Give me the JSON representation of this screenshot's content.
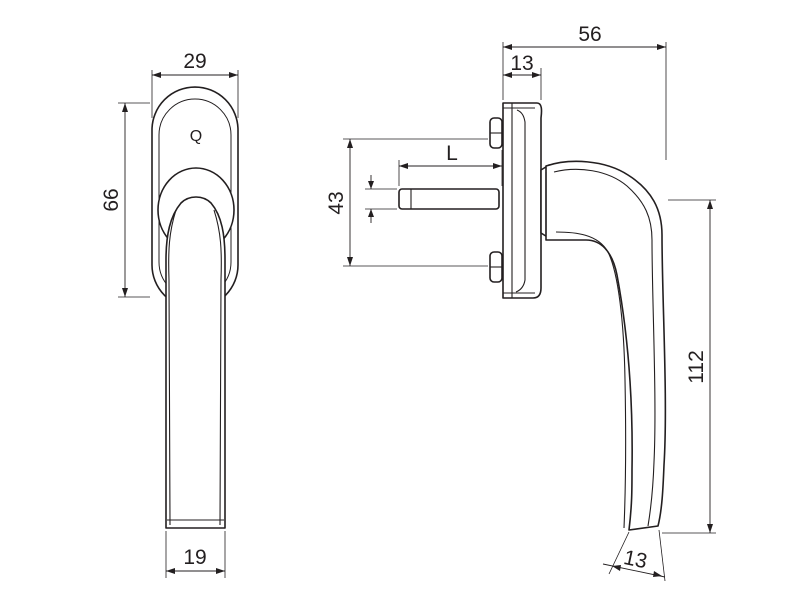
{
  "dimensions": {
    "front_width_top": "29",
    "front_rose_height": "66",
    "front_width_bottom": "19",
    "side_rose_depth": "13",
    "side_projection": "56",
    "spindle_offset": "43",
    "spindle_length": "L",
    "handle_length": "112",
    "grip_width": "13"
  },
  "lock_symbol": "Q",
  "colors": {
    "line": "#231f20",
    "background": "#ffffff"
  }
}
